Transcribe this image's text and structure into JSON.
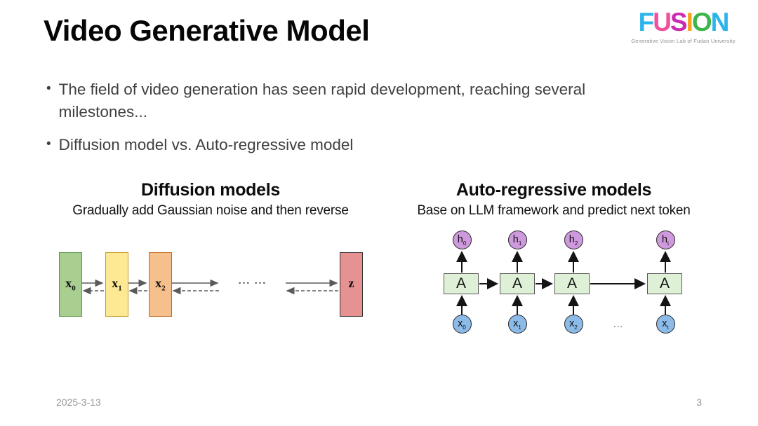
{
  "header": {
    "title": "Video Generative Model",
    "logo": {
      "letters": [
        {
          "char": "F",
          "color": "#2ab4ea"
        },
        {
          "char": "U",
          "color": "#f0509e"
        },
        {
          "char": "S",
          "color": "#c92cb0"
        },
        {
          "char": "I",
          "color": "#f9a11b"
        },
        {
          "char": "O",
          "color": "#3db54a"
        },
        {
          "char": "N",
          "color": "#2ab4ea"
        }
      ],
      "tagline": "Generative Vision Lab of Fudan University"
    }
  },
  "bullets": {
    "marker": "•",
    "items": [
      {
        "text": "The field of video generation has seen rapid development, reaching several milestones..."
      },
      {
        "text": "Diffusion model vs. Auto-regressive model"
      }
    ]
  },
  "diffusion": {
    "heading": "Diffusion models",
    "subheading": "Gradually add Gaussian noise and then reverse",
    "dots": "... ...",
    "arrow_color": "#5a5a5a",
    "nodes": [
      {
        "label": "x",
        "sub": "0",
        "fill": "#a9cf90",
        "border": "#5d9648"
      },
      {
        "label": "x",
        "sub": "1",
        "fill": "#fde994",
        "border": "#c49b1f"
      },
      {
        "label": "x",
        "sub": "2",
        "fill": "#f6c08c",
        "border": "#c06822"
      },
      {
        "label": "z",
        "sub": "",
        "fill": "#e69292",
        "border": "#333333"
      }
    ]
  },
  "autoregressive": {
    "heading": "Auto-regressive models",
    "subheading": "Base on LLM framework and predict next token",
    "dots": "...",
    "arrow_color": "#141414",
    "cell_label": "A",
    "cell_fill": "#def0d6",
    "h_fill": "#cf99dd",
    "x_fill": "#8cbbe8",
    "h_nodes": [
      {
        "label": "h",
        "sub": "0"
      },
      {
        "label": "h",
        "sub": "1"
      },
      {
        "label": "h",
        "sub": "2"
      },
      {
        "label": "h",
        "sub": "t"
      }
    ],
    "x_nodes": [
      {
        "label": "x",
        "sub": "0"
      },
      {
        "label": "x",
        "sub": "1"
      },
      {
        "label": "x",
        "sub": "2"
      },
      {
        "label": "x",
        "sub": "t"
      }
    ]
  },
  "footer": {
    "date": "2025-3-13",
    "page": "3"
  }
}
